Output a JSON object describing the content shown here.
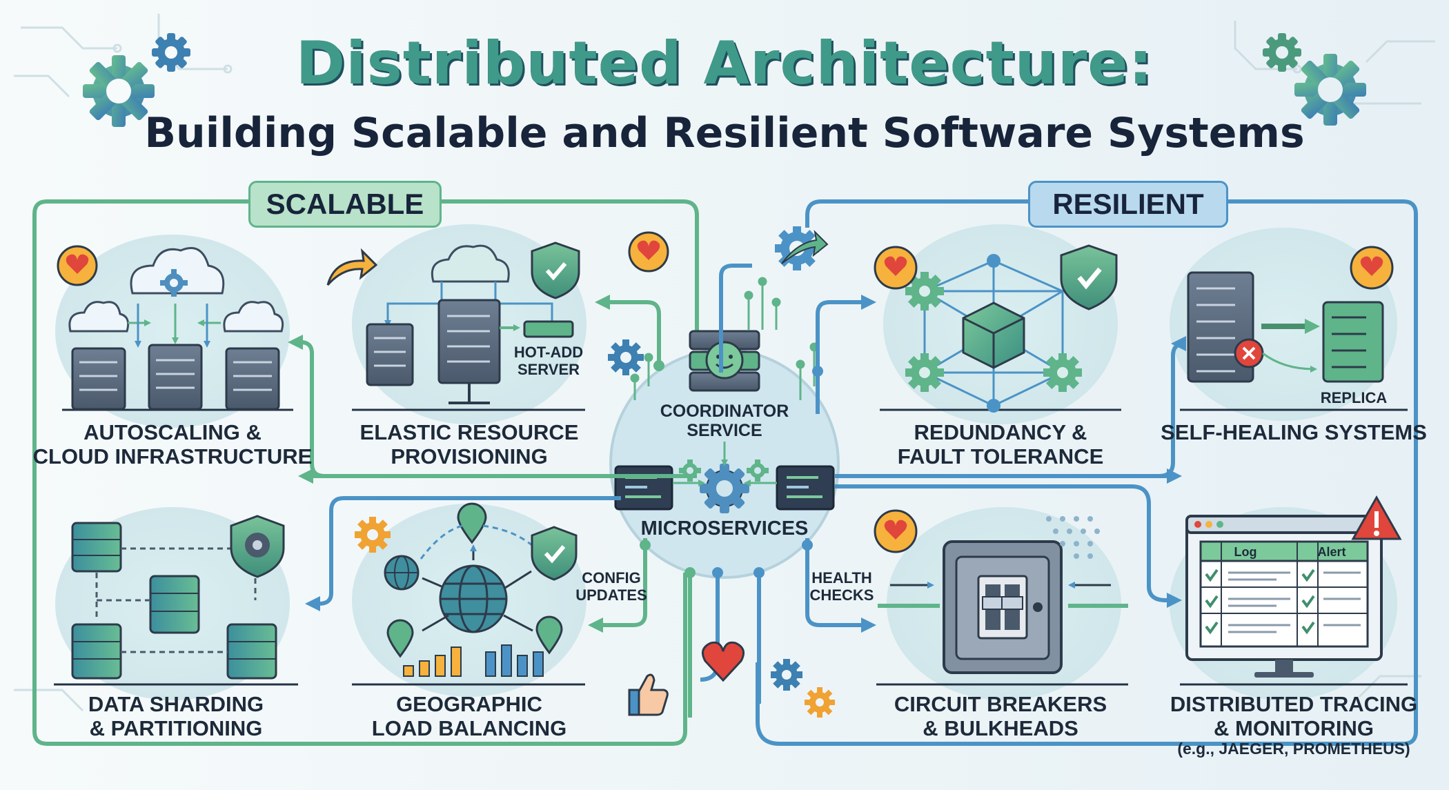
{
  "header": {
    "title": "Distributed Architecture:",
    "subtitle": "Building Scalable and Resilient Software Systems"
  },
  "sections": {
    "scalable": "SCALABLE",
    "resilient": "RESILIENT"
  },
  "center": {
    "coordinator_line1": "COORDINATOR",
    "coordinator_line2": "SERVICE",
    "microservices": "MICROSERVICES"
  },
  "panels": {
    "autoscaling": {
      "line1": "AUTOSCALING &",
      "line2": "CLOUD INFRASTRUCTURE"
    },
    "elastic": {
      "line1": "ELASTIC RESOURCE",
      "line2": "PROVISIONING",
      "hot_add_1": "HOT-ADD",
      "hot_add_2": "SERVER"
    },
    "sharding": {
      "line1": "DATA SHARDING",
      "line2": "& PARTITIONING"
    },
    "geo": {
      "line1": "GEOGRAPHIC",
      "line2": "LOAD BALANCING"
    },
    "redundancy": {
      "line1": "REDUNDANCY &",
      "line2": "FAULT TOLERANCE"
    },
    "self_healing": {
      "line1": "SELF-HEALING SYSTEMS",
      "replica": "REPLICA"
    },
    "circuit": {
      "line1": "CIRCUIT BREAKERS",
      "line2": "& BULKHEADS"
    },
    "tracing": {
      "line1": "DISTRIBUTED TRACING",
      "line2": "& MONITORING",
      "line3": "(e.g., JAEGER, PROMETHEUS)",
      "col_log": "Log",
      "col_alert": "Alert"
    }
  },
  "connectors": {
    "config_1": "CONFIG",
    "config_2": "UPDATES",
    "health_1": "HEALTH",
    "health_2": "CHECKS"
  },
  "colors": {
    "green": "#5fb48a",
    "blue": "#4b93c6",
    "teal_title": "#3f9a8a",
    "dark": "#17243a",
    "orange": "#f0a233",
    "red": "#e0463c"
  }
}
